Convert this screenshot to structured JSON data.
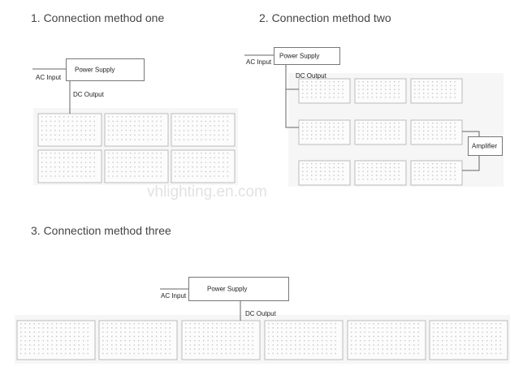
{
  "titles": {
    "method_one": "1. Connection method one",
    "method_two": "2. Connection method two",
    "method_three": "3. Connection method three"
  },
  "labels": {
    "power_supply": "Power Supply",
    "ac_input": "AC Input",
    "dc_output": "DC Output",
    "amplifier": "Amplifier"
  },
  "watermark": "vhlighting.en.com"
}
